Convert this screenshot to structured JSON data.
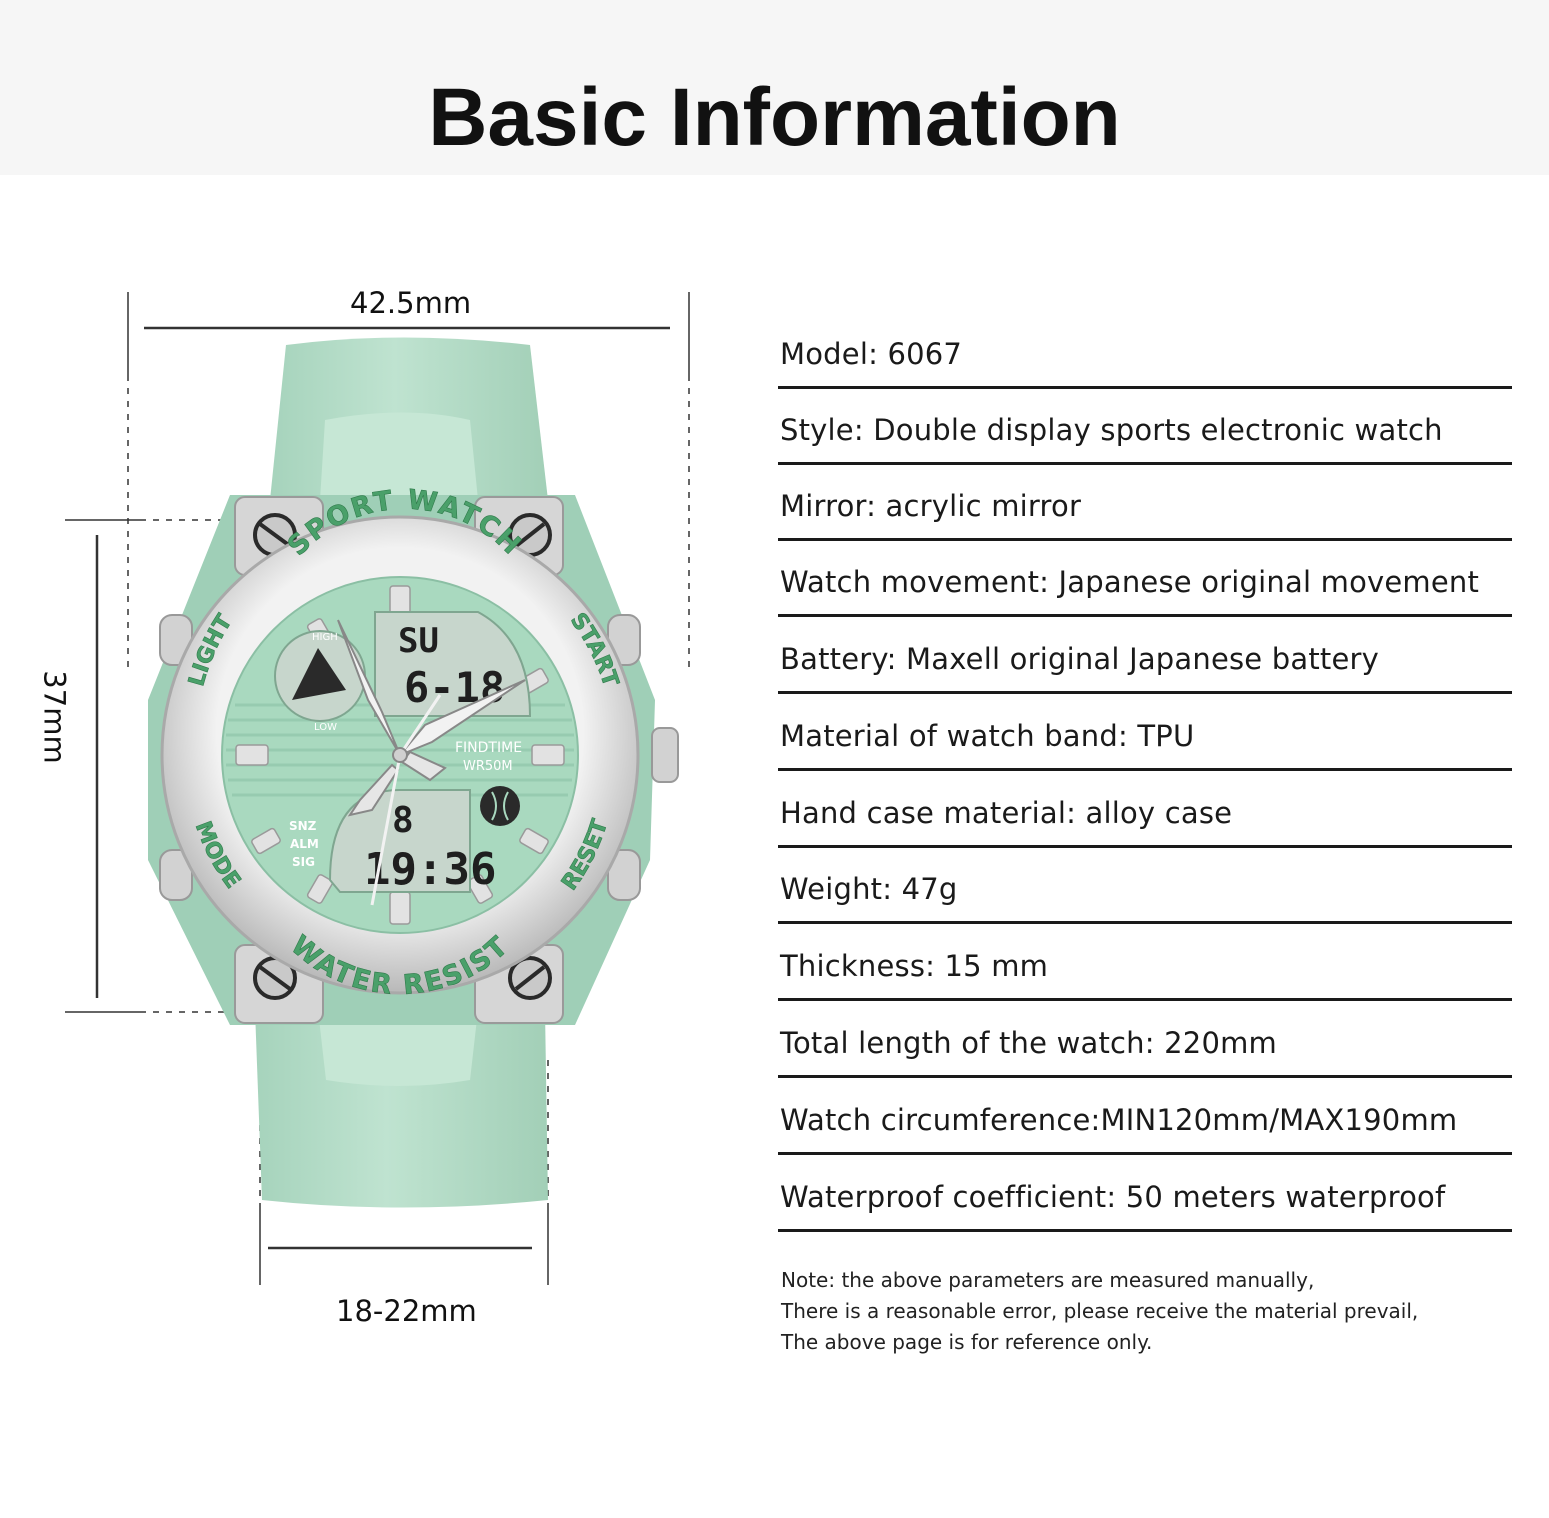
{
  "header": {
    "title": "Basic Information"
  },
  "dimensions": {
    "case_width": "42.5mm",
    "case_height": "37mm",
    "band_width": "18-22mm"
  },
  "watch_face": {
    "bezel_top": "SPORT WATCH",
    "bezel_bottom": "WATER RESIST",
    "button_top_left": "LIGHT",
    "button_top_right": "START",
    "button_bottom_left": "MODE",
    "button_bottom_right": "RESET",
    "brand": "FINDTIME",
    "water_rating": "WR50M",
    "subdial_high": "HIGH",
    "subdial_low": "LOW",
    "upper_display_day": "SU",
    "upper_display_date": "6-18",
    "lower_display_seconds": "8",
    "lower_display_time": "19:36",
    "indicator_1": "SNZ",
    "indicator_2": "ALM",
    "indicator_3": "SIG"
  },
  "colors": {
    "band": "#b3dcc7",
    "band_shadow": "#9ccab3",
    "dial": "#a9d9bf",
    "bezel": "#cfcfcf",
    "bezel_text": "#4aa06a",
    "lcd": "#c7d6cc"
  },
  "specs": [
    "Model: 6067",
    "Style: Double display sports electronic watch",
    "Mirror: acrylic mirror",
    "Watch movement: Japanese original movement",
    "Battery: Maxell original Japanese battery",
    "Material of watch band: TPU",
    "Hand case material: alloy case",
    "Weight: 47g",
    "Thickness: 15 mm",
    "Total length of the watch: 220mm",
    "Watch circumference:MIN120mm/MAX190mm",
    "Waterproof coefficient: 50 meters waterproof"
  ],
  "note": {
    "line1": "Note: the above parameters are measured manually,",
    "line2": "There is a reasonable error, please receive the material prevail,",
    "line3": "The above page is for reference only."
  }
}
